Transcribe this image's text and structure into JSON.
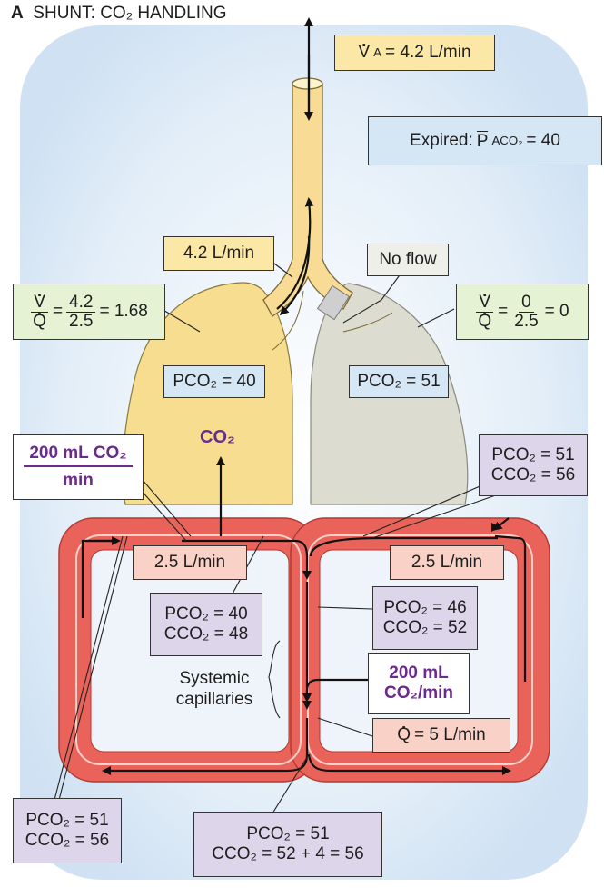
{
  "title": {
    "panel": "A",
    "text": "SHUNT: CO₂ HANDLING"
  },
  "ventilation": {
    "label": "V",
    "sub": "A",
    "value": "= 4.2 L/min"
  },
  "expired": {
    "prefix": "Expired:",
    "symbol": "P",
    "sub": "ACO₂",
    "value": "= 40"
  },
  "airflow": {
    "text": "4.2 L/min"
  },
  "no_flow": {
    "text": "No flow"
  },
  "vq_left": {
    "v": "V",
    "q": "Q",
    "num": "4.2",
    "den": "2.5",
    "result": "= 1.68"
  },
  "vq_right": {
    "v": "V",
    "q": "Q",
    "num": "0",
    "den": "2.5",
    "result": "= 0"
  },
  "alv_left": {
    "text": "PCO₂ = 40"
  },
  "alv_right": {
    "text": "PCO₂ = 51"
  },
  "co2_label": {
    "text": "CO₂"
  },
  "co2_out": {
    "top": "200 mL CO₂",
    "bottom": "min"
  },
  "right_arterial": {
    "line1": "PCO₂ = 51",
    "line2": "CCO₂ = 56"
  },
  "flow_left": {
    "text": "2.5 L/min"
  },
  "flow_right": {
    "text": "2.5 L/min"
  },
  "left_pulm": {
    "line1": "PCO₂ = 40",
    "line2": "CCO₂ = 48"
  },
  "right_pulm": {
    "line1": "PCO₂ = 46",
    "line2": "CCO₂ = 52"
  },
  "systemic": {
    "line1": "Systemic",
    "line2": "capillaries"
  },
  "co2_in": {
    "line1": "200 mL",
    "line2": "CO₂/min"
  },
  "cardiac_output": {
    "symbol": "Q",
    "value": "= 5 L/min"
  },
  "bottom_left": {
    "line1": "PCO₂ = 51",
    "line2": "CCO₂ = 56"
  },
  "bottom_center": {
    "line1": "PCO₂ = 51",
    "line2": "CCO₂ = 52 + 4 = 56"
  },
  "colors": {
    "vessel": "#e9635b",
    "lung_left": "#f7dd8f",
    "lung_right": "#dcdcd0",
    "trachea": "#f8dc95",
    "background": "#cfe1f3",
    "accent": "#6b2b8c"
  }
}
